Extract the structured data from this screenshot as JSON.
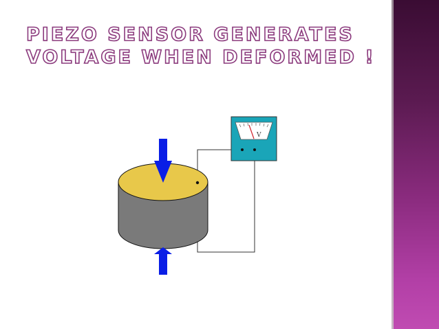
{
  "slide": {
    "title_line1": "PIEZO SENSOR GENERATES",
    "title_line2": "VOLTAGE WHEN DEFORMED !"
  },
  "diagram": {
    "meter_label": "V",
    "colors": {
      "arrow": "#0a1ee6",
      "disc_top": "#e8c84a",
      "disc_side": "#7a7a7a",
      "meter_box": "#1aa5b8",
      "side_bar": "#8a2b7e"
    }
  }
}
